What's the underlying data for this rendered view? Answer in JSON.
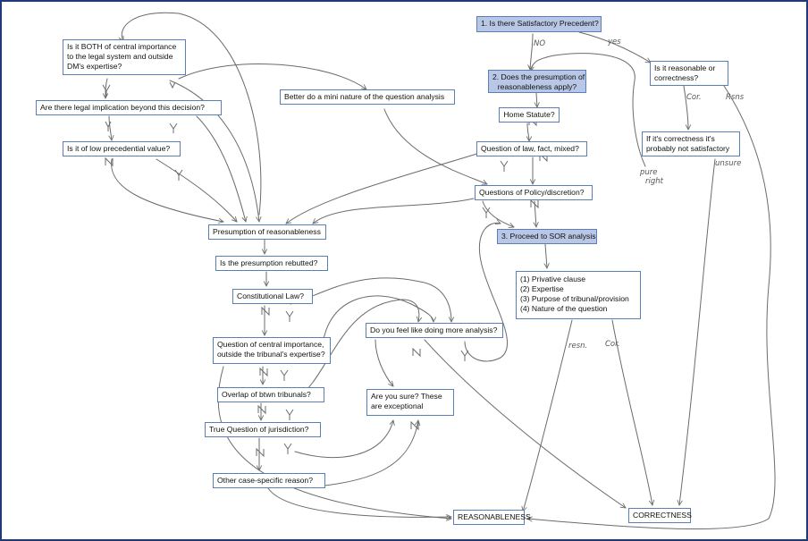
{
  "nodes": {
    "satisfactory_precedent": "1. Is there Satisfactory Precedent?",
    "presumption_apply": [
      "2. Does the presumption of",
      "reasonableness apply?"
    ],
    "reasonable_or_correctness": [
      "Is it reasonable or",
      "correctness?"
    ],
    "central_importance": [
      "Is it BOTH of central importance",
      "to the legal system and outside",
      "DM's expertise?"
    ],
    "legal_implication": "Are there legal implication beyond this decision?",
    "low_precedential": "Is it of low precedential value?",
    "mini_nature": "Better do a mini nature of the question analysis",
    "home_statute": "Home Statute?",
    "question_law_fact": "Question of law, fact, mixed?",
    "probably_not_satisfactory": [
      "If it's correctness it's",
      "probably not satisfactory"
    ],
    "policy_discretion": "Questions of Policy/discretion?",
    "proceed_sor": "3. Proceed to SOR analysis",
    "presumption_reasonableness": "Presumption of reasonableness",
    "presumption_rebutted": "Is the presumption rebutted?",
    "sor_factors": [
      "(1)  Privative clause",
      "(2)  Expertise",
      "(3)  Purpose of tribunal/provision",
      "(4)  Nature of the question"
    ],
    "constitutional_law": "Constitutional Law?",
    "more_analysis": "Do you feel like doing more analysis?",
    "central_importance_tribunal": [
      "Question of central importance,",
      "outside the tribunal's expertise?"
    ],
    "overlap_tribunals": "Overlap of btwn tribunals?",
    "are_you_sure": [
      "Are you sure? These",
      "are exceptional"
    ],
    "true_jurisdiction": "True Question of jurisdiction?",
    "other_reason": "Other case-specific reason?",
    "reasonableness": "REASONABLENESS",
    "correctness": "CORRECTNESS"
  },
  "handwritten": {
    "no": "NO",
    "yes": "yes",
    "cor_1": "Cor.",
    "rsns": "Rsns",
    "pure_right": [
      "pure",
      "right"
    ],
    "unsure": "unsure",
    "resn": "resn.",
    "cor_2": "Cor."
  },
  "colors": {
    "frame": "#1f3a7a",
    "box_border": "#5b7fb5",
    "highlight": "#b8c7e6",
    "ink": "#6b6b6b"
  }
}
